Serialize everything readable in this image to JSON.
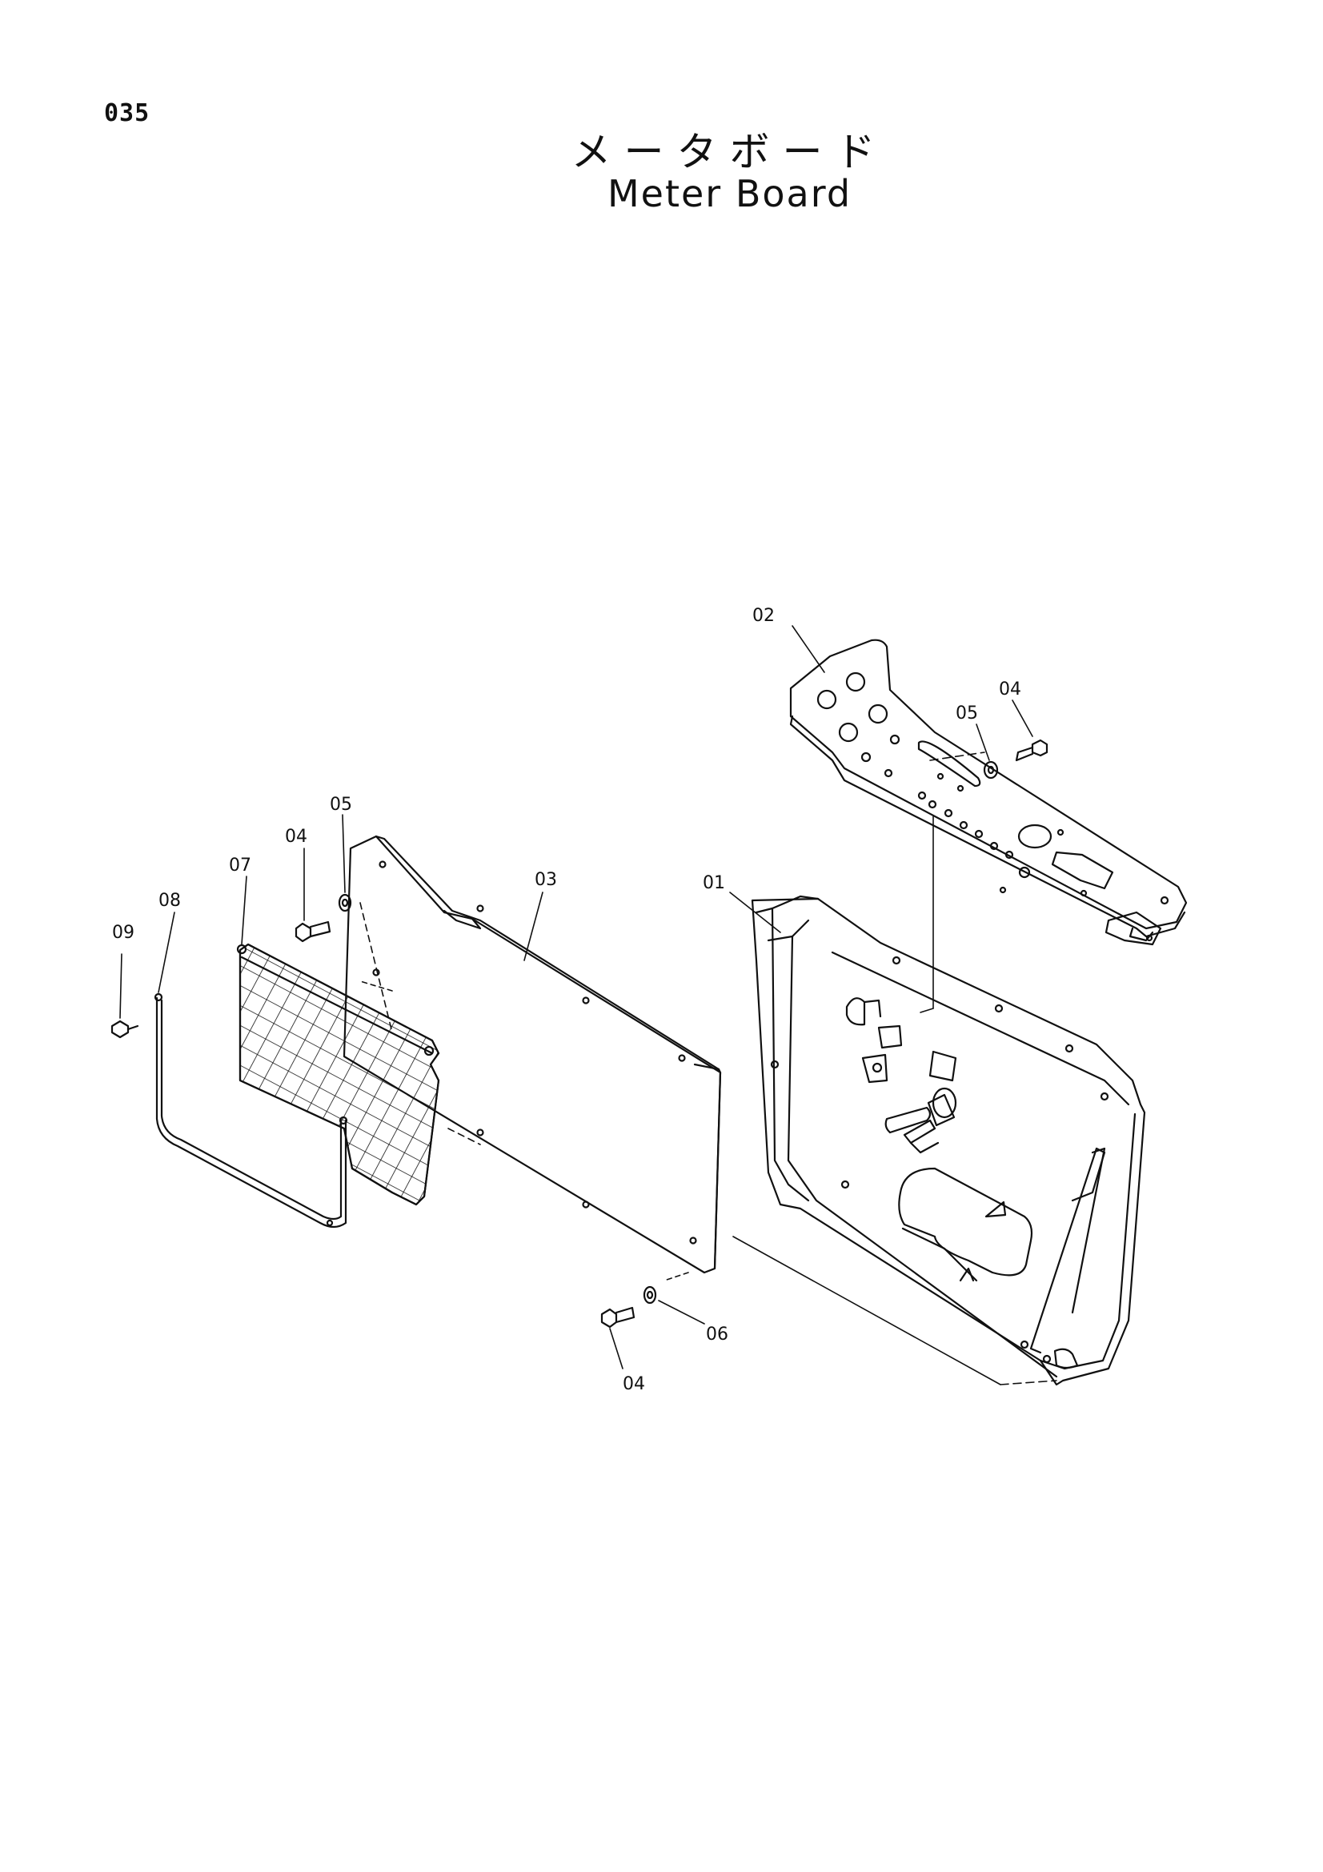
{
  "page": {
    "number": "035",
    "title_jp": "メータボード",
    "title_en": "Meter Board"
  },
  "callouts": {
    "c01": "01",
    "c02": "02",
    "c03": "03",
    "c04a": "04",
    "c04b": "04",
    "c04c": "04",
    "c05a": "05",
    "c05b": "05",
    "c06": "06",
    "c07": "07",
    "c08": "08",
    "c09": "09"
  }
}
